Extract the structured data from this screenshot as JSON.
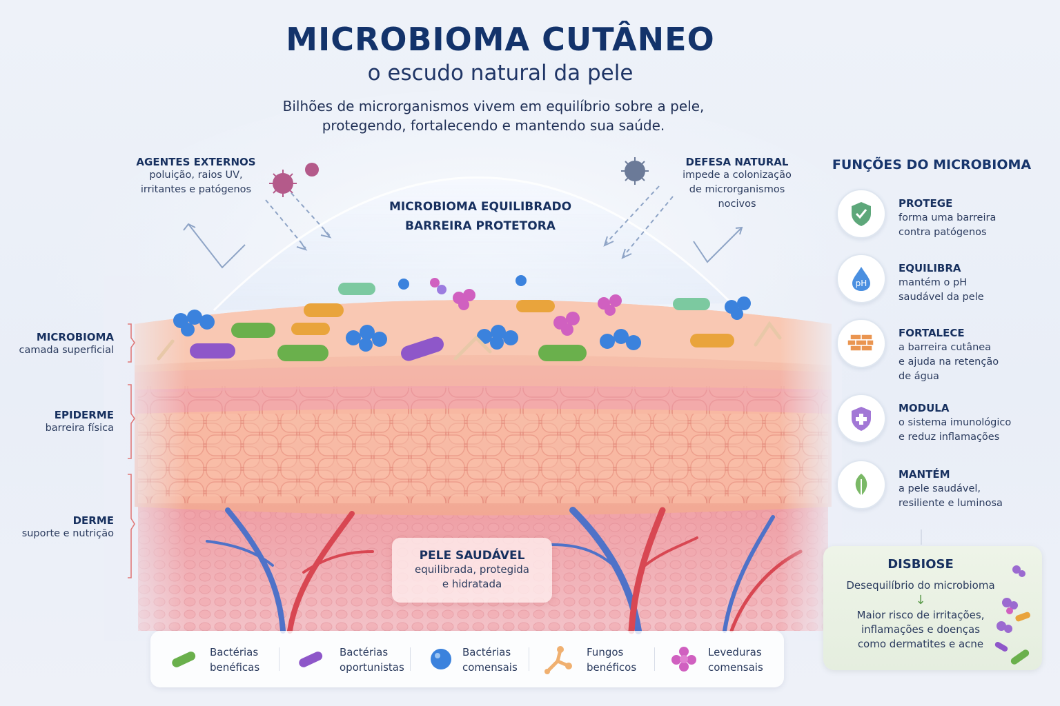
{
  "header": {
    "title": "MICROBIOMA CUTÂNEO",
    "subtitle": "o escudo natural da pele",
    "lead_line1": "Bilhões de microrganismos vivem em equilíbrio sobre a pele,",
    "lead_line2": "protegendo, fortalecendo e mantendo sua saúde."
  },
  "annotations": {
    "external": {
      "title": "AGENTES EXTERNOS",
      "line1": "poluição, raios UV,",
      "line2": "irritantes e patógenos"
    },
    "defense": {
      "title": "DEFESA NATURAL",
      "line1": "impede a colonização",
      "line2": "de microrganismos",
      "line3": "nocivos"
    },
    "dome_line1": "MICROBIOMA EQUILIBRADO",
    "dome_line2": "BARREIRA PROTETORA"
  },
  "layers": [
    {
      "title": "MICROBIOMA",
      "desc": "camada superficial"
    },
    {
      "title": "EPIDERME",
      "desc": "barreira física"
    },
    {
      "title": "DERME",
      "desc": "suporte e nutrição"
    }
  ],
  "healthy": {
    "title": "PELE SAUDÁVEL",
    "line1": "equilibrada, protegida",
    "line2": "e hidratada"
  },
  "functions": {
    "title": "FUNÇÕES DO MICROBIOMA",
    "items": [
      {
        "title": "PROTEGE",
        "lines": [
          "forma uma barreira",
          "contra patógenos"
        ],
        "icon": "shield-check-icon",
        "color": "#4f9a6e"
      },
      {
        "title": "EQUILIBRA",
        "lines": [
          "mantém o pH",
          "saudável da pele"
        ],
        "icon": "ph-drop-icon",
        "color": "#3f86d6",
        "icon_text": "pH"
      },
      {
        "title": "FORTALECE",
        "lines": [
          "a barreira cutânea",
          "e ajuda na retenção",
          "de água"
        ],
        "icon": "brick-wall-icon",
        "color": "#e58a45"
      },
      {
        "title": "MODULA",
        "lines": [
          "o sistema imunológico",
          "e reduz inflamações"
        ],
        "icon": "shield-plus-icon",
        "color": "#9a6bd1"
      },
      {
        "title": "MANTÉM",
        "lines": [
          "a pele saudável,",
          "resiliente e luminosa"
        ],
        "icon": "leaf-icon",
        "color": "#6aa85a"
      }
    ]
  },
  "dysbiosis": {
    "title": "DISBIOSE",
    "line1": "Desequilíbrio do microbioma",
    "line2": "Maior risco de irritações,",
    "line3": "inflamações e doenças",
    "line4": "como dermatites e acne"
  },
  "legend": [
    {
      "line1": "Bactérias",
      "line2": "benéficas",
      "icon": "green-rod-icon",
      "color": "#6ab04c"
    },
    {
      "line1": "Bactérias",
      "line2": "oportunistas",
      "icon": "purple-rod-icon",
      "color": "#8e57c9"
    },
    {
      "line1": "Bactérias",
      "line2": "comensais",
      "icon": "blue-coccus-icon",
      "color": "#3b82dd"
    },
    {
      "line1": "Fungos",
      "line2": "benéficos",
      "icon": "fungus-icon",
      "color": "#f0b070"
    },
    {
      "line1": "Leveduras",
      "line2": "comensais",
      "icon": "yeast-cluster-icon",
      "color": "#d060c0"
    }
  ]
}
